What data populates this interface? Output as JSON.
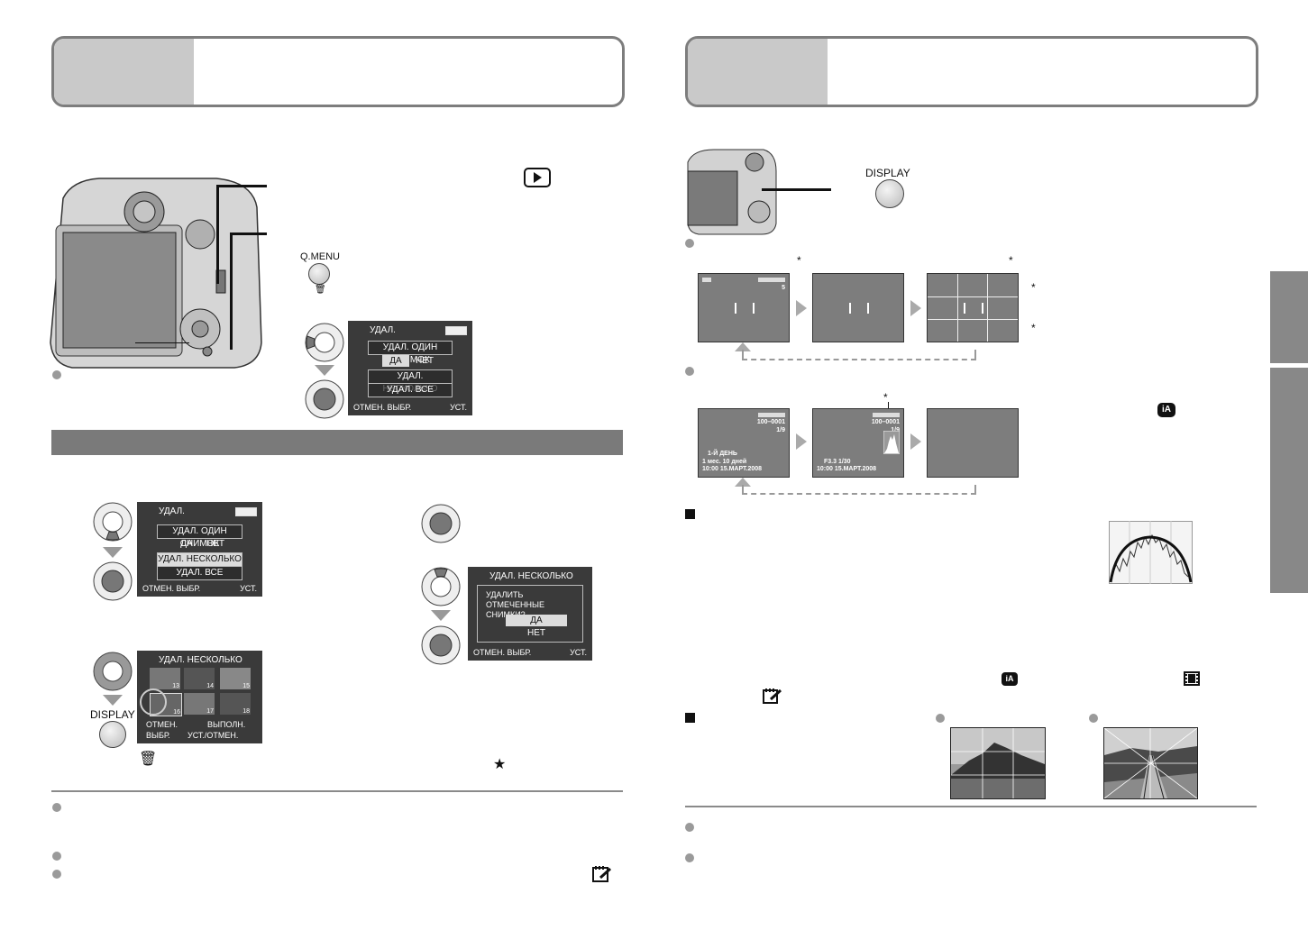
{
  "left_page": {
    "play_button_icon": "play-triangle-icon",
    "qmenu_label": "Q.MENU",
    "delete_icon": "trash-icon",
    "menu1": {
      "title": "УДАЛ.",
      "option1": "УДАЛ. ОДИН СНИМОК",
      "yes": "ДА",
      "no": "НЕТ",
      "option2": "УДАЛ. НЕСКОЛЬКО",
      "option3": "УДАЛ. ВСЕ",
      "footer_left": "ОТМЕН.",
      "footer_mid": "ВЫБР.",
      "footer_right": "УСТ."
    },
    "menu2": {
      "title": "УДАЛ.",
      "option1": "УДАЛ. ОДИН СНИМОК",
      "yes": "ДА",
      "no": "НЕТ",
      "option2": "УДАЛ. НЕСКОЛЬКО",
      "option3": "УДАЛ. ВСЕ",
      "footer_left": "ОТМЕН.",
      "footer_mid": "ВЫБР.",
      "footer_right": "УСТ."
    },
    "menu3": {
      "title": "УДАЛ. НЕСКОЛЬКО",
      "thumb_numbers": [
        "13",
        "14",
        "15",
        "16",
        "17",
        "18"
      ],
      "footer_l1": "ОТМЕН.",
      "footer_r1": "ВЫПОЛН.",
      "footer_l2": "ВЫБР.",
      "footer_r2": "УСТ./ОТМЕН."
    },
    "menu4": {
      "title": "УДАЛ. НЕСКОЛЬКО",
      "question": "УДАЛИТЬ ОТМЕЧЕННЫЕ СНИМКИ?",
      "yes": "ДА",
      "no": "НЕТ",
      "footer_left": "ОТМЕН.",
      "footer_mid": "ВЫБР.",
      "footer_right": "УСТ."
    },
    "display_label": "DISPLAY",
    "star_symbol": "★"
  },
  "right_page": {
    "display_label": "DISPLAY",
    "asterisk": "*",
    "rec_screen1": {
      "count": "5"
    },
    "play_screen1": {
      "file_no": "100–0001",
      "frame": "1/9",
      "day": "1-Й ДЕНЬ",
      "age": "1 мес. 10 дней",
      "datetime": "10:00 15.МАРТ.2008"
    },
    "play_screen2": {
      "file_no": "100–0001",
      "frame": "1/9",
      "exposure": "F3.3 1/30",
      "datetime": "10:00 15.МАРТ.2008"
    },
    "ia_icon": "iA",
    "movie_icon": "film-icon",
    "clipboard_icon": "clipboard-icon"
  },
  "colors": {
    "title_tab": "#c9c9c9",
    "section_bar": "#7a7a7a",
    "screen_gray": "#7d7d7d",
    "lcd_dark": "#3a3a3a"
  }
}
